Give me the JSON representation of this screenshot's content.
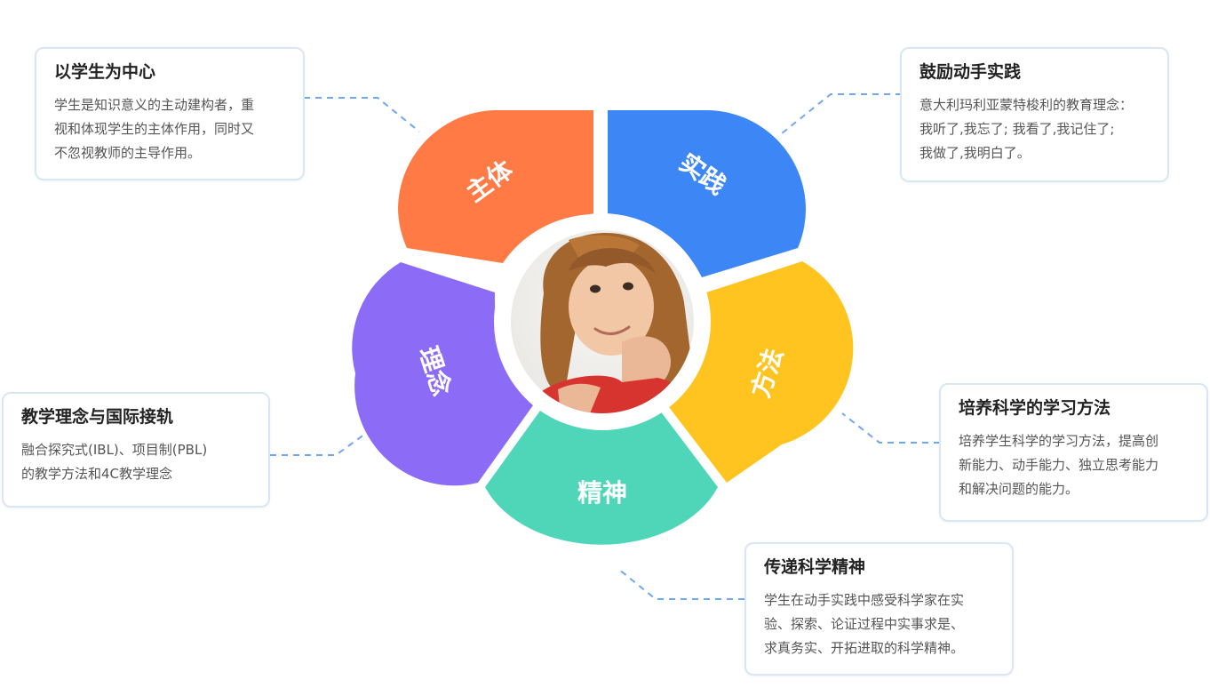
{
  "petals": [
    {
      "id": "zhuti",
      "label": "主体",
      "color": "#FF7A45"
    },
    {
      "id": "shijian",
      "label": "实践",
      "color": "#3C86F6"
    },
    {
      "id": "fangfa",
      "label": "方法",
      "color": "#FFC420"
    },
    {
      "id": "jingshen",
      "label": "精神",
      "color": "#4FD6B8"
    },
    {
      "id": "linian",
      "label": "理念",
      "color": "#8C6CF7"
    }
  ],
  "cards": [
    {
      "id": "zhuti",
      "title": "以学生为中心",
      "body": "学生是知识意义的主动建构者，重\n视和体现学生的主体作用，同时又\n不忽视教师的主导作用。"
    },
    {
      "id": "shijian",
      "title": "鼓励动手实践",
      "body": "意大利玛利亚蒙特梭利的教育理念：\n我听了,我忘了; 我看了,我记住了;\n我做了,我明白了。"
    },
    {
      "id": "fangfa",
      "title": "培养科学的学习方法",
      "body": "培养学生科学的学习方法，提高创\n新能力、动手能力、独立思考能力\n和解决问题的能力。"
    },
    {
      "id": "jingshen",
      "title": "传递科学精神",
      "body": "学生在动手实践中感受科学家在实\n验、探索、论证过程中实事求是、\n求真务实、开拓进取的科学精神。"
    },
    {
      "id": "linian",
      "title": "教学理念与国际接轨",
      "body": "融合探究式(IBL)、项目制(PBL)\n的教学方法和4C教学理念"
    }
  ],
  "connector_color": "#6FA6EE"
}
